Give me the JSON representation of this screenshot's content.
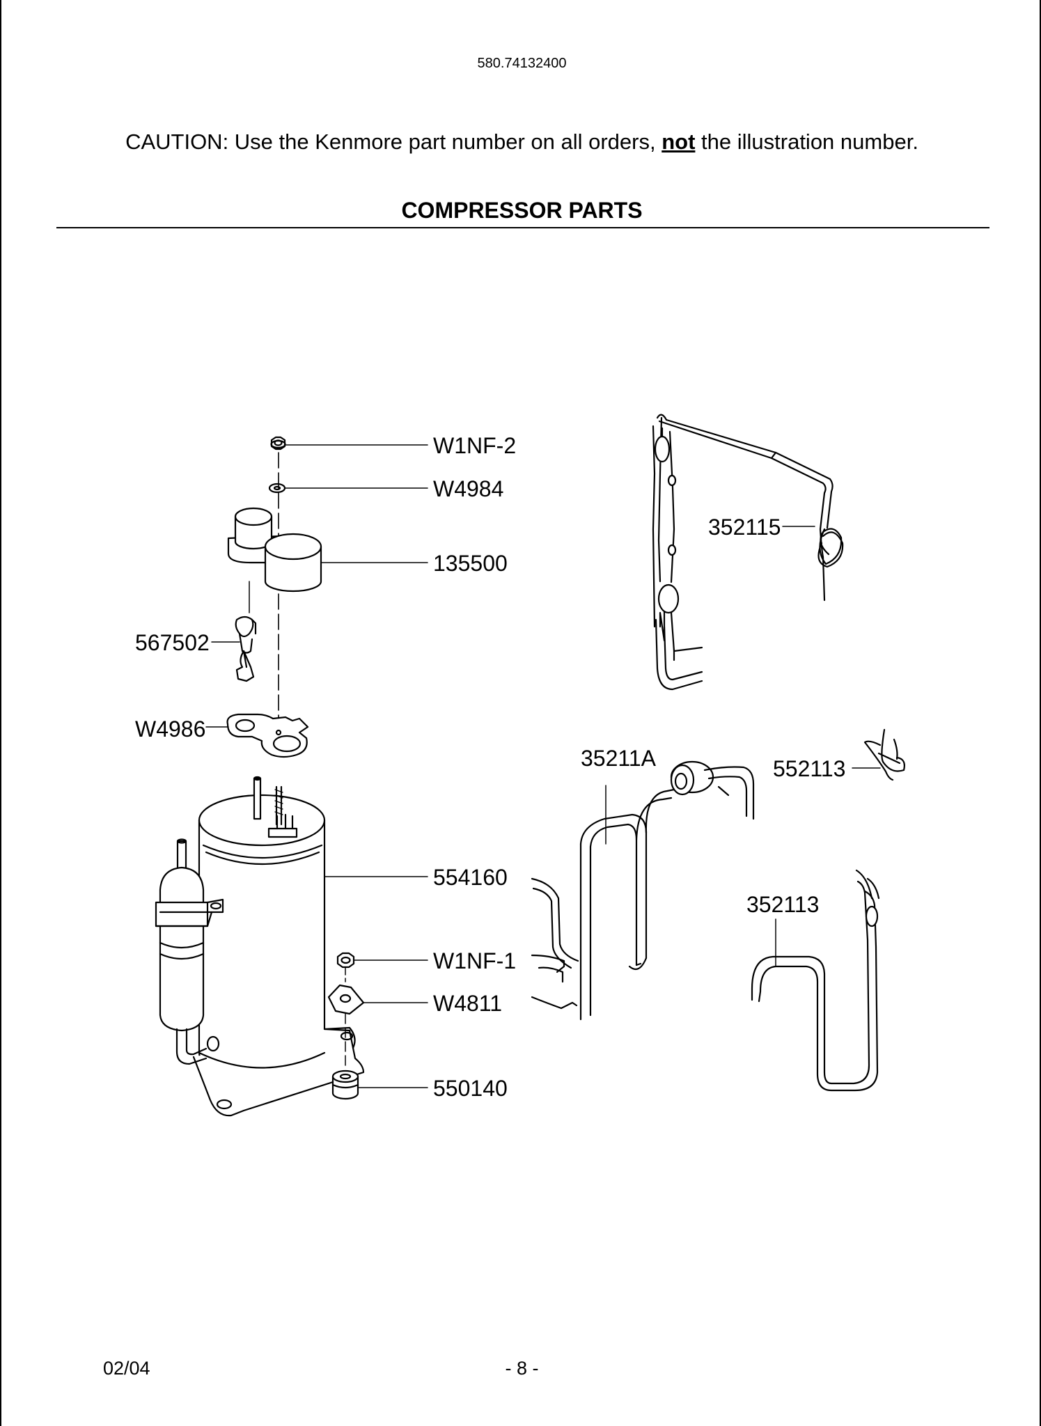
{
  "header": {
    "model_number": "580.74132400",
    "caution_before": "CAUTION: Use the Kenmore part number on all orders, ",
    "caution_emphasis": "not",
    "caution_after": " the illustration number.",
    "section_title": "COMPRESSOR PARTS"
  },
  "parts": {
    "locknut_top": "W1NF-2",
    "washer_top": "W4984",
    "capacitor": "135500",
    "overload": "567502",
    "bracket": "W4986",
    "compressor": "554160",
    "locknut_bottom": "W1NF-1",
    "washer_bottom": "W4811",
    "grommet": "550140",
    "capillary_assembly": "352115",
    "discharge_tube": "35211A",
    "clip": "552113",
    "suction_tube": "352113"
  },
  "footer": {
    "date": "02/04",
    "page": "- 8 -"
  }
}
